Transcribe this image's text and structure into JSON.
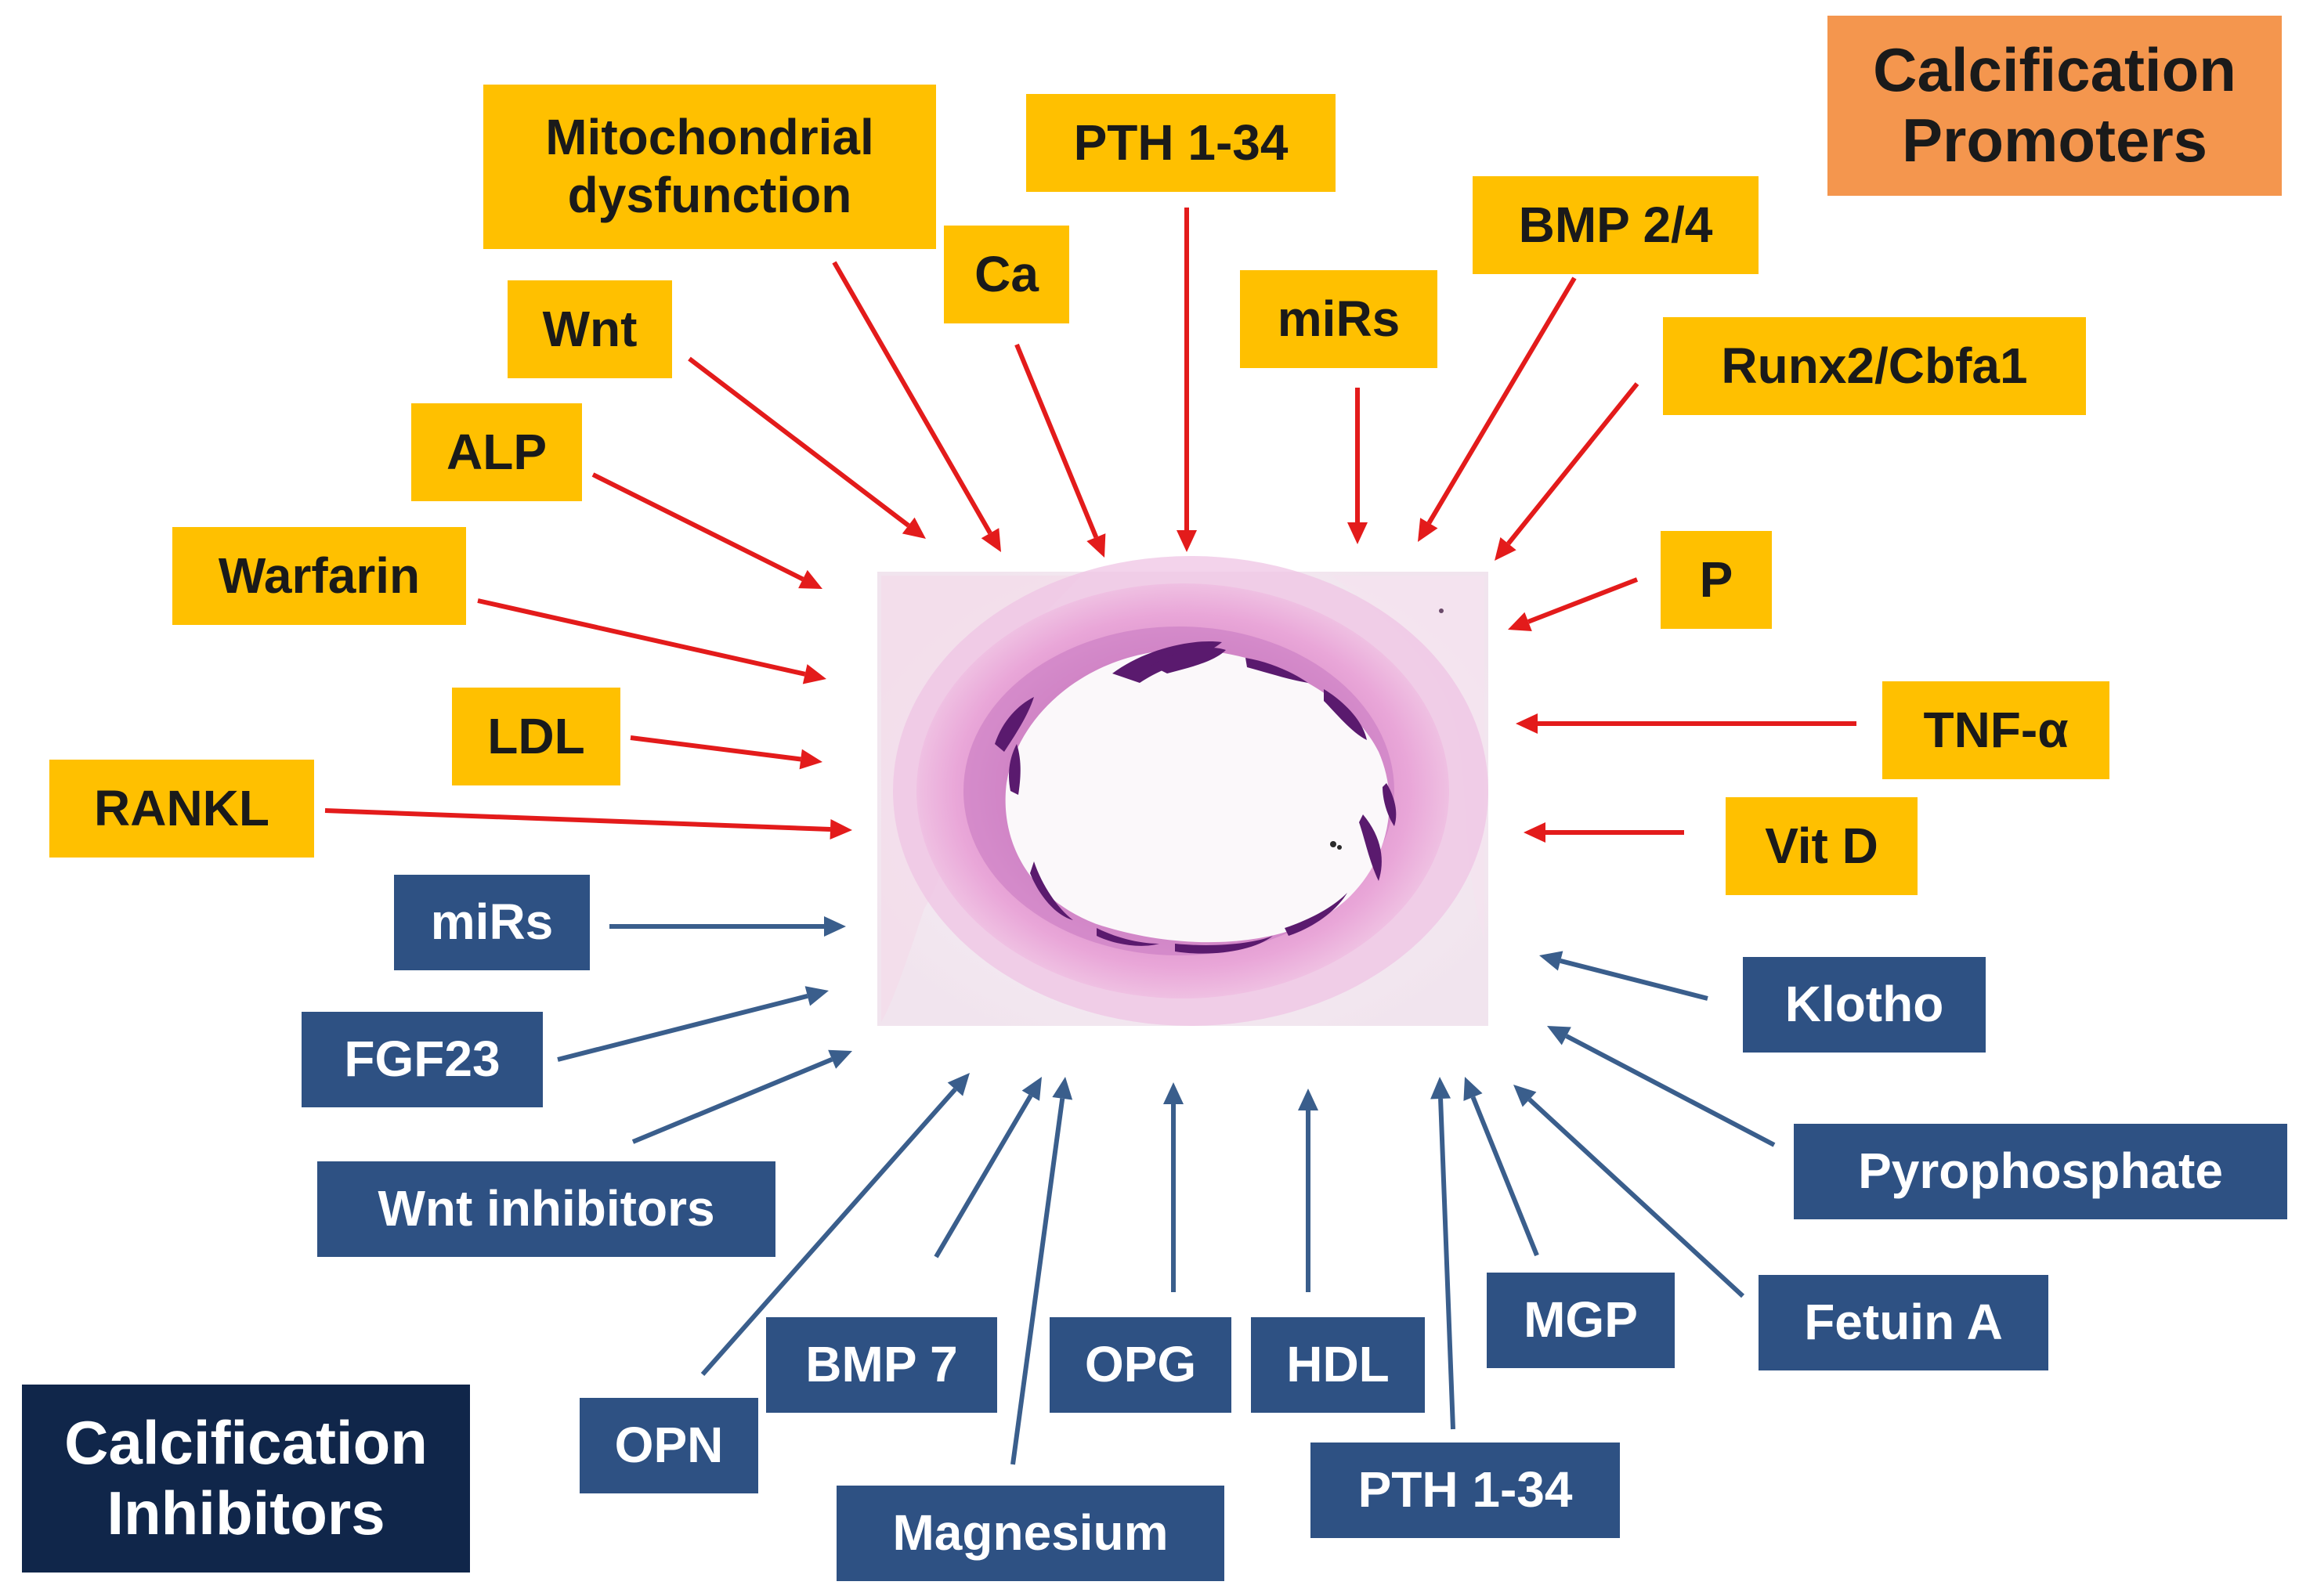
{
  "legend": {
    "promoters": "Calcification Promoters",
    "inhibitors": "Calcification Inhibitors"
  },
  "promoters": [
    "Mitochondrial dysfunction",
    "PTH 1-34",
    "Ca",
    "BMP 2/4",
    "Wnt",
    "miRs",
    "Runx2/Cbfa1",
    "ALP",
    "Warfarin",
    "P",
    "LDL",
    "TNF-α",
    "RANKL",
    "Vit D"
  ],
  "inhibitors": [
    "miRs",
    "Klotho",
    "FGF23",
    "Pyrophosphate",
    "Wnt inhibitors",
    "MGP",
    "Fetuin A",
    "BMP 7",
    "OPG",
    "HDL",
    "OPN",
    "PTH 1-34",
    "Magnesium"
  ],
  "colors": {
    "promoter_box": "#FFC000",
    "inhibitor_box": "#2E5183",
    "promoter_arrow": "#E31B1B",
    "inhibitor_arrow": "#3A5E8C",
    "legend_promoters": "#F4964E",
    "legend_inhibitors": "#10264A"
  }
}
